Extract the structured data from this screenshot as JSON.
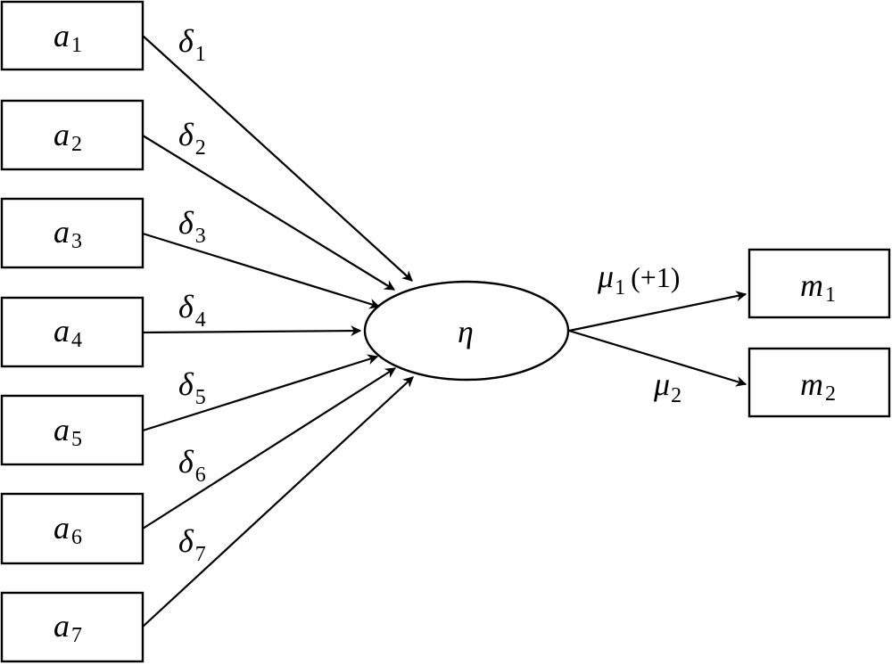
{
  "indicators": [
    {
      "var": "a",
      "sub": "1"
    },
    {
      "var": "a",
      "sub": "2"
    },
    {
      "var": "a",
      "sub": "3"
    },
    {
      "var": "a",
      "sub": "4"
    },
    {
      "var": "a",
      "sub": "5"
    },
    {
      "var": "a",
      "sub": "6"
    },
    {
      "var": "a",
      "sub": "7"
    }
  ],
  "loadings": [
    {
      "var": "δ",
      "sub": "1"
    },
    {
      "var": "δ",
      "sub": "2"
    },
    {
      "var": "δ",
      "sub": "3"
    },
    {
      "var": "δ",
      "sub": "4"
    },
    {
      "var": "δ",
      "sub": "5"
    },
    {
      "var": "δ",
      "sub": "6"
    },
    {
      "var": "δ",
      "sub": "7"
    }
  ],
  "latent": {
    "var": "η"
  },
  "outcomes": [
    {
      "var": "m",
      "sub": "1"
    },
    {
      "var": "m",
      "sub": "2"
    }
  ],
  "paths": [
    {
      "var": "μ",
      "sub": "1",
      "note": "(+1)"
    },
    {
      "var": "μ",
      "sub": "2",
      "note": ""
    }
  ],
  "colors": {
    "stroke": "#000000",
    "background": "#ffffff"
  }
}
